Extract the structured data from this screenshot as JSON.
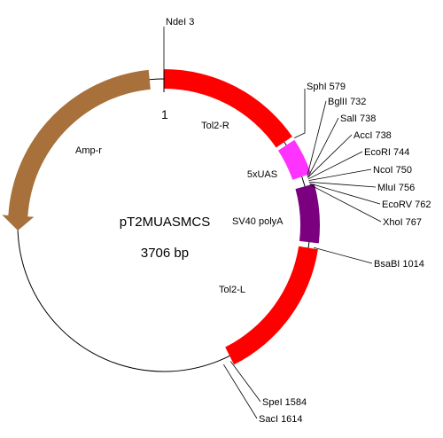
{
  "plasmid": {
    "name": "pT2MUASMCS",
    "size_label": "3706 bp",
    "total_bp": 3706,
    "origin_label": "1"
  },
  "colors": {
    "tol2": "#ff0000",
    "uas": "#ff33ff",
    "polya": "#7a0080",
    "amp": "#a8703a",
    "line": "#000000"
  },
  "features": [
    {
      "id": "tol2-r",
      "label": "Tol2-R",
      "start": 0,
      "end": 570,
      "color": "#ff0000",
      "direction": "none"
    },
    {
      "id": "5xuas",
      "label": "5xUAS",
      "start": 585,
      "end": 727,
      "color": "#ff33ff",
      "direction": "none"
    },
    {
      "id": "sv40-polya",
      "label": "SV40 polyA",
      "start": 768,
      "end": 995,
      "color": "#7a0080",
      "direction": "none"
    },
    {
      "id": "tol2-l",
      "label": "Tol2-L",
      "start": 1018,
      "end": 1578,
      "color": "#ff0000",
      "direction": "none"
    },
    {
      "id": "amp-r",
      "label": "Amp-r",
      "start": 2758,
      "end": 3648,
      "color": "#a8703a",
      "direction": "reverse"
    }
  ],
  "sites": [
    {
      "label": "NdeI 3",
      "pos": 3
    },
    {
      "label": "SphI 579",
      "pos": 579
    },
    {
      "label": "BglII 732",
      "pos": 732
    },
    {
      "label": "SalI 738",
      "pos": 738
    },
    {
      "label": "AccI 738",
      "pos": 738
    },
    {
      "label": "EcoRI 744",
      "pos": 744
    },
    {
      "label": "NcoI 750",
      "pos": 750
    },
    {
      "label": "MluI 756",
      "pos": 756
    },
    {
      "label": "EcoRV 762",
      "pos": 762
    },
    {
      "label": "XhoI 767",
      "pos": 767
    },
    {
      "label": "BsaBI 1014",
      "pos": 1014
    },
    {
      "label": "SpeI 1584",
      "pos": 1584
    },
    {
      "label": "SacI 1614",
      "pos": 1614
    }
  ]
}
